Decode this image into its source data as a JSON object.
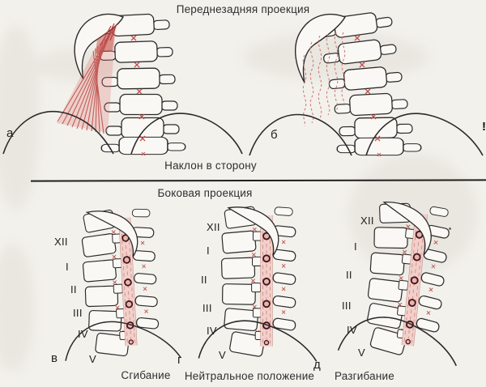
{
  "top": {
    "title": "Переднезадняя проекция",
    "panels": [
      {
        "letter": "а",
        "muscle_state": "taut-fibers"
      },
      {
        "letter": "б",
        "muscle_state": "relaxed-dashed-fibers"
      }
    ]
  },
  "middle": {
    "label_above_line": "Наклон в сторону",
    "label_below_line": "Боковая проекция"
  },
  "bottom": {
    "vertebra_labels": [
      "XII",
      "I",
      "II",
      "III",
      "IV",
      "V"
    ],
    "panels": [
      {
        "letter": "в",
        "caption": "Сгибание"
      },
      {
        "letter": "г",
        "caption": "Нейтральное положение"
      },
      {
        "letter": "д",
        "caption": "Разгибание"
      }
    ]
  },
  "marks": {
    "edge_exclamation": "!"
  },
  "colors": {
    "muscle_red": "#c0504c",
    "ink": "#2a2a2a",
    "band_pink": "#f1d0cb",
    "facet_ring": "#42151d",
    "paper": "#f3f1ec"
  }
}
